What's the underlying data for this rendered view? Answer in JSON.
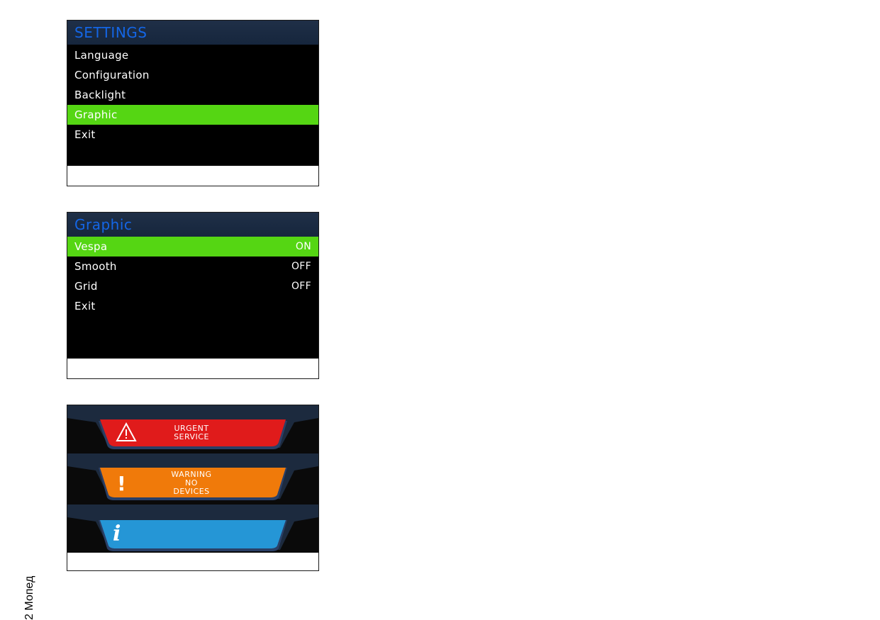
{
  "settings_screen": {
    "title": "SETTINGS",
    "items": [
      {
        "label": "Language"
      },
      {
        "label": "Configuration"
      },
      {
        "label": "Backlight"
      },
      {
        "label": "Graphic",
        "selected": true
      },
      {
        "label": "Exit"
      }
    ]
  },
  "graphic_screen": {
    "title": "Graphic",
    "items": [
      {
        "label": "Vespa",
        "value": "ON",
        "selected": true
      },
      {
        "label": "Smooth",
        "value": "OFF"
      },
      {
        "label": "Grid",
        "value": "OFF"
      },
      {
        "label": "Exit",
        "value": ""
      }
    ]
  },
  "alerts_screen": {
    "alerts": [
      {
        "type": "urgent",
        "icon": "warning-triangle-icon",
        "line1": "URGENT",
        "line2": "SERVICE",
        "line3": "",
        "color": "#e01b1b"
      },
      {
        "type": "warning",
        "icon": "exclamation-icon",
        "line1": "WARNING",
        "line2": "NO",
        "line3": "DEVICES",
        "color": "#f07a0a"
      },
      {
        "type": "info",
        "icon": "info-icon",
        "line1": "",
        "line2": "",
        "line3": "",
        "color": "#2596d6"
      }
    ]
  },
  "colors": {
    "highlight": "#55d613",
    "title_blue": "#1466e6",
    "header_bg": "#1f2f47"
  },
  "page": {
    "side_label": "2 Мопед"
  }
}
